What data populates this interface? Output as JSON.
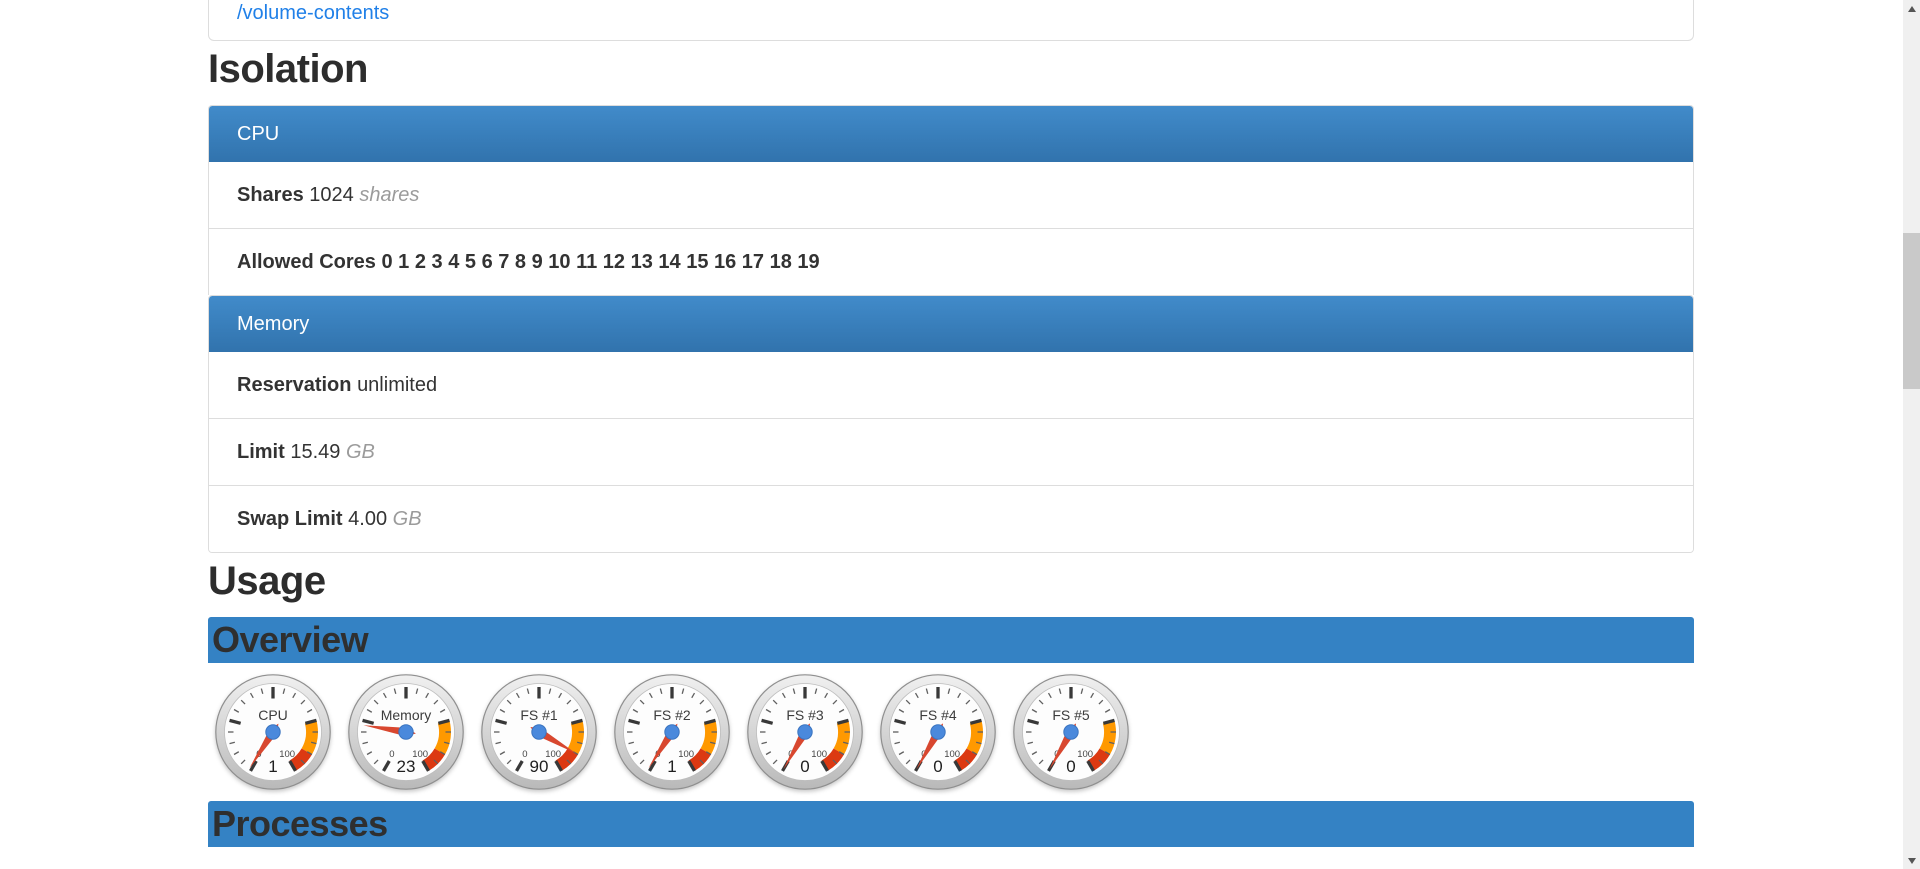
{
  "volumes_card": {
    "link_label": "/volume-contents"
  },
  "isolation": {
    "title": "Isolation",
    "panels": [
      {
        "header": "CPU",
        "rows": [
          {
            "label": "Shares",
            "value": "1024",
            "unit": "shares",
            "bold_value": false
          },
          {
            "label": "Allowed Cores",
            "value": "0 1 2 3 4 5 6 7 8 9 10 11 12 13 14 15 16 17 18 19",
            "unit": "",
            "bold_value": true
          }
        ]
      },
      {
        "header": "Memory",
        "rows": [
          {
            "label": "Reservation",
            "value": "unlimited",
            "unit": "",
            "bold_value": false
          },
          {
            "label": "Limit",
            "value": "15.49",
            "unit": "GB",
            "bold_value": false
          },
          {
            "label": "Swap Limit",
            "value": "4.00",
            "unit": "GB",
            "bold_value": false
          }
        ]
      }
    ]
  },
  "usage": {
    "title": "Usage",
    "overview_header": "Overview",
    "processes_header": "Processes"
  },
  "chart_data": {
    "type": "gauge",
    "min": 0,
    "max": 100,
    "bands": [
      {
        "from": 75,
        "to": 90,
        "color": "#ff9900"
      },
      {
        "from": 90,
        "to": 100,
        "color": "#dc3912"
      }
    ],
    "gauges": [
      {
        "label": "CPU",
        "value": 1
      },
      {
        "label": "Memory",
        "value": 23
      },
      {
        "label": "FS #1",
        "value": 90
      },
      {
        "label": "FS #2",
        "value": 1
      },
      {
        "label": "FS #3",
        "value": 0
      },
      {
        "label": "FS #4",
        "value": 0
      },
      {
        "label": "FS #5",
        "value": 0
      }
    ]
  },
  "colors": {
    "panel_heading_top": "#418bca",
    "panel_heading_bottom": "#3173ad",
    "section_bar": "#3482c4",
    "link": "#2080e8",
    "border": "#dddddd",
    "unit_text": "#9b9b9b",
    "needle": "#d8472f",
    "hub": "#4a89dc"
  }
}
